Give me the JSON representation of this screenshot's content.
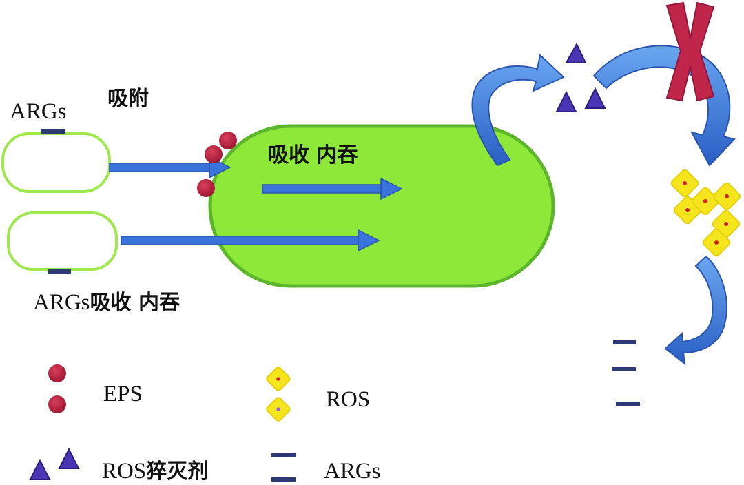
{
  "labels": {
    "args_top": "ARGs",
    "adsorption": "吸附",
    "uptake_center": "吸收 内吞",
    "args_uptake_prefix": "ARGs",
    "args_uptake_suffix": "吸收 内吞"
  },
  "legend": {
    "eps": "EPS",
    "ros": "ROS",
    "scavenger_prefix": "ROS",
    "scavenger_suffix": "猝灭剂",
    "args": "ARGs"
  },
  "colors": {
    "cell_fill": "#8ee83a",
    "cell_stroke": "#5cb52a",
    "plasmid_stroke": "#9ee84e",
    "arrow_blue": "#3a73d9",
    "eps_red": "#b51c3a",
    "ros_yellow": "#f5e51c",
    "scavenger_purple": "#4a35b5",
    "args_navy": "#2e3a78",
    "cross_red": "#c0264a"
  }
}
